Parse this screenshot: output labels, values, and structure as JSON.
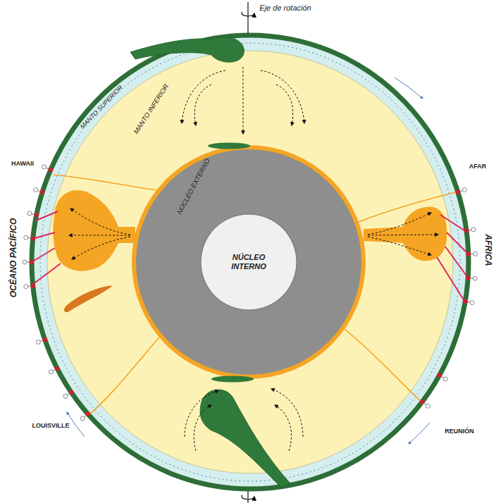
{
  "diagram": {
    "nodes": [
      {
        "text": [
          "MANTO SUPERIOR"
        ]
      },
      {
        "text": [
          "MANTO INFERIOR"
        ],
        "in": 0
      },
      {
        "text": [
          "NÚCLEO EXTERNO"
        ],
        "in": 1
      },
      {
        "text": [
          "NÚCLEO INTERNO"
        ],
        "in": 2
      }
    ],
    "labels": [
      "Eje de rotación",
      "HAWAII",
      "OCÉANO PACÍFICO",
      "AFRICA",
      "AFAR",
      "LOUISVILLE",
      "REUNIÓN"
    ]
  }
}
